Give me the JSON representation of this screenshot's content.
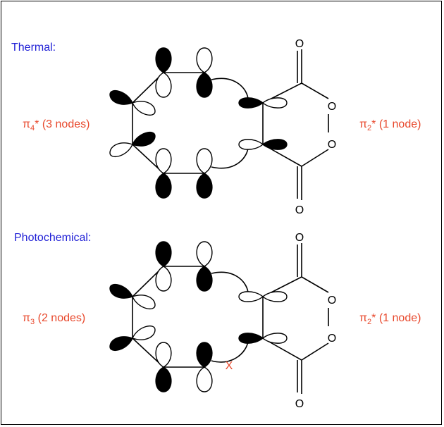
{
  "colors": {
    "heading": "#1f1fd6",
    "label": "#e8482c",
    "cross": "#e8482c",
    "ink": "#000000"
  },
  "panels": [
    {
      "id": "thermal",
      "heading": "Thermal:",
      "left_label": {
        "symbol": "π",
        "sub": "4",
        "rest": "* (3 nodes)"
      },
      "right_label": {
        "symbol": "π",
        "sub": "2",
        "rest": "* (1 node)"
      },
      "atoms": {
        "o_top": "O",
        "o_bottom": "O",
        "o_ring_top": "O",
        "o_ring_bottom": "O"
      },
      "blocked": false
    },
    {
      "id": "photochemical",
      "heading": "Photochemical:",
      "left_label": {
        "symbol": "π",
        "sub": "3",
        "rest": " (2 nodes)"
      },
      "right_label": {
        "symbol": "π",
        "sub": "2",
        "rest": "* (1 node)"
      },
      "atoms": {
        "o_top": "O",
        "o_bottom": "O",
        "o_ring_top": "O",
        "o_ring_bottom": "O"
      },
      "blocked": true,
      "cross_mark": "X"
    }
  ]
}
